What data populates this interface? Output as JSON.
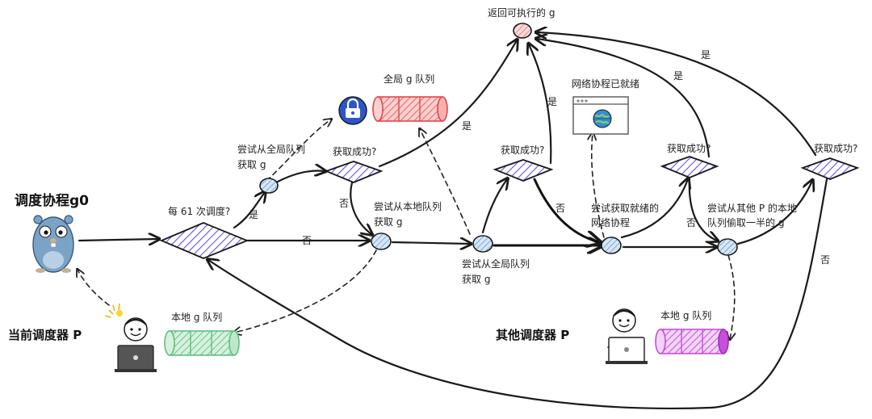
{
  "titles": {
    "scheduler_goroutine": "调度协程g0",
    "current_p": "当前调度器 P",
    "other_p": "其他调度器 P"
  },
  "labels": {
    "return_g": "返回可执行的 g",
    "global_queue": "全局 g 队列",
    "local_queue_left": "本地 g 队列",
    "local_queue_right": "本地 g 队列",
    "network_ready": "网络协程已就绪",
    "every_61": "每 61 次调度?",
    "try_global_1a": "尝试从全局队列",
    "try_global_1b": "获取 g",
    "try_local_a": "尝试从本地队列",
    "try_local_b": "获取 g",
    "try_global_2a": "尝试从全局队列",
    "try_global_2b": "获取 g",
    "try_net_a": "尝试获取就绪的",
    "try_net_b": "网络协程",
    "steal_a": "尝试从其他 P 的本地",
    "steal_b": "队列偷取一半的 g",
    "success_1": "获取成功?",
    "success_2": "获取成功?",
    "success_3": "获取成功?",
    "success_4": "获取成功?",
    "yes_1": "是",
    "yes_2": "是",
    "yes_3": "是",
    "yes_4": "是",
    "yes_5": "是",
    "no_1": "否",
    "no_2": "否",
    "no_3": "否",
    "no_4": "否",
    "no_5": "否"
  },
  "icons": {
    "gopher": "gopher-mascot-icon",
    "lock": "lock-icon",
    "browser": "browser-globe-icon",
    "person_left": "person-laptop-icon",
    "person_right": "person-laptop-icon"
  },
  "colors": {
    "diamond_hatch": "#6a4fd8",
    "node_fill": "#bcd6f0",
    "return_node": "#f08a8a",
    "global_queue": "#f26b6b",
    "local_queue_left": "#6cc48a",
    "local_queue_right": "#c650d8",
    "lock_blue": "#2d55c8",
    "globe": "#2f8fd8",
    "person_left_shirt": "#e03030",
    "person_right_shirt": "#2f6fd8"
  }
}
